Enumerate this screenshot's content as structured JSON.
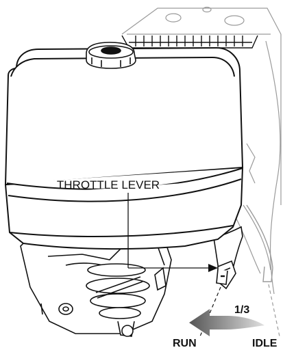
{
  "labels": {
    "throttle_lever": "THROTTLE LEVER",
    "fraction": "1/3",
    "run": "RUN",
    "idle": "IDLE"
  },
  "colors": {
    "line": "#111111",
    "ghost_line": "#9a9a9a",
    "arrow_dark": "#555555",
    "arrow_light": "#d6d6d6"
  }
}
